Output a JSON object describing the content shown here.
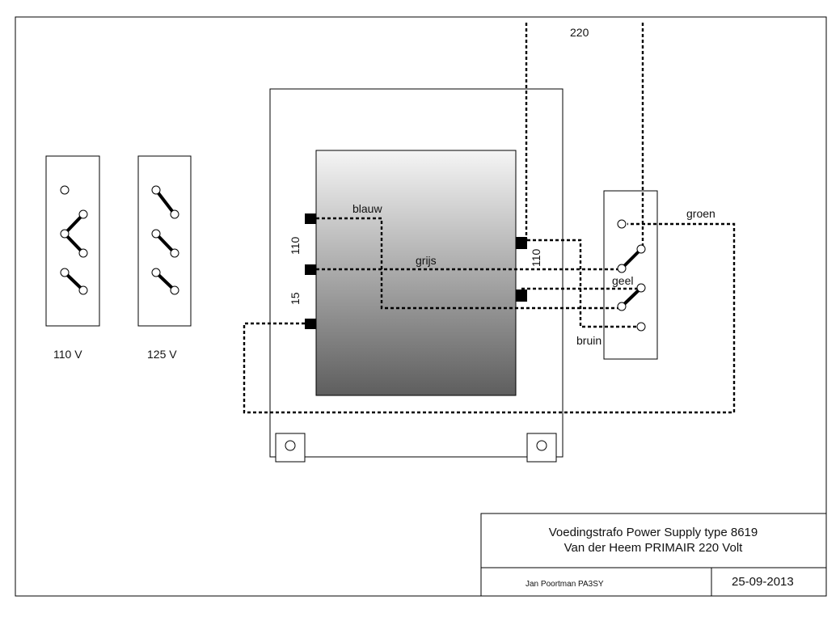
{
  "labels": {
    "mains": "220",
    "blauw": "blauw",
    "grijs": "grijs",
    "groen": "groen",
    "geel": "geel",
    "bruin": "bruin",
    "tap_110_left": "110",
    "tap_15": "15",
    "tap_110_right": "110"
  },
  "strip_110": {
    "caption": "110 V"
  },
  "strip_125": {
    "caption": "125 V"
  },
  "title_block": {
    "line1": "Voedingstrafo Power Supply type 8619",
    "line2": "Van der Heem  PRIMAIR 220 Volt",
    "author": "Jan Poortman  PA3SY",
    "date": "25-09-2013"
  },
  "colors": {
    "line": "#000000",
    "core_top": "#f5f5f5",
    "core_bottom": "#5e5e5e"
  }
}
